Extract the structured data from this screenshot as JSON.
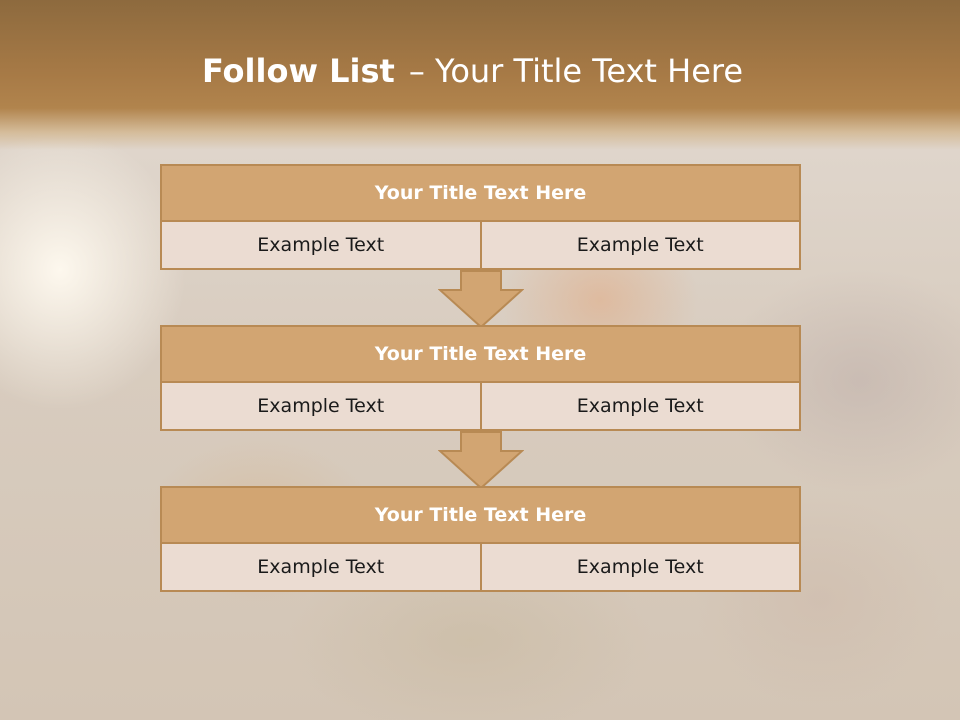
{
  "header": {
    "title_bold": "Follow List",
    "title_rest": "– Your Title Text Here"
  },
  "blocks": [
    {
      "title": "Your Title Text Here",
      "left_text": "Example Text",
      "right_text": "Example Text"
    },
    {
      "title": "Your Title Text Here",
      "left_text": "Example Text",
      "right_text": "Example Text"
    },
    {
      "title": "Your Title Text Here",
      "left_text": "Example Text",
      "right_text": "Example Text"
    }
  ],
  "colors": {
    "header_brown": "#a77a46",
    "block_title_fill": "#d2a572",
    "block_border": "#b88a54",
    "cell_fill": "#ebdcd2"
  },
  "icons": [
    "down-arrow-icon"
  ]
}
